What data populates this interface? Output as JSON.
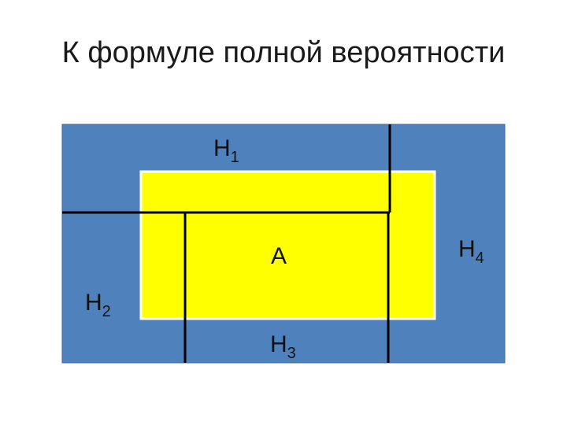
{
  "title": "К формуле полной вероятности",
  "colors": {
    "outer_fill": "#4f81bd",
    "outer_stroke": "#3b6aa0",
    "event_fill": "#ffff00",
    "event_stroke": "#ffffff",
    "divider": "#000000"
  },
  "labels": {
    "h1": {
      "letter": "H",
      "index": "1"
    },
    "h2": {
      "letter": "H",
      "index": "2"
    },
    "h3": {
      "letter": "H",
      "index": "3"
    },
    "h4": {
      "letter": "H",
      "index": "4"
    },
    "a": "A"
  }
}
